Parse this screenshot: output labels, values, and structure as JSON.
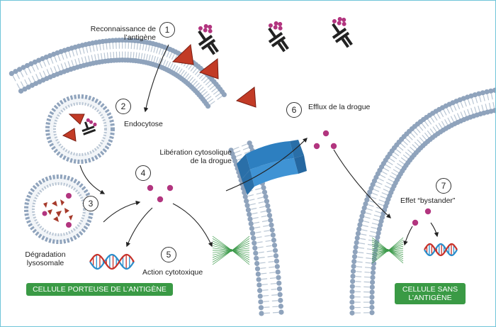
{
  "labels": {
    "recognition_line1": "Reconnaissance de",
    "recognition_line2": "l’antigène",
    "endocytosis": "Endocytose",
    "release_line1": "Libération cytosolique",
    "release_line2": "de la drogue",
    "degradation_line1": "Dégradation",
    "degradation_line2": "lysosomale",
    "cytotoxic_action": "Action cytotoxique",
    "efflux": "Efflux de la drogue",
    "bystander": "Effet “bystander”"
  },
  "steps": [
    "1",
    "2",
    "3",
    "4",
    "5",
    "6",
    "7"
  ],
  "tags": {
    "antigen_carrier": "CELLULE PORTEUSE DE L’ANTIGÈNE",
    "no_antigen_line1": "CELLULE SANS",
    "no_antigen_line2": "L’ANTIGÈNE"
  },
  "colors": {
    "membrane_head": "#8fa3bc",
    "membrane_tail": "#b9c6d4",
    "antigen": "#c23b26",
    "drug": "#b2357f",
    "antibody": "#222222",
    "channel": "#2d7fc0",
    "tag_green": "#3a9a45",
    "dna_blue": "#2a8ecb",
    "dna_red": "#c8322a",
    "spindle": "#3c9a4a"
  }
}
